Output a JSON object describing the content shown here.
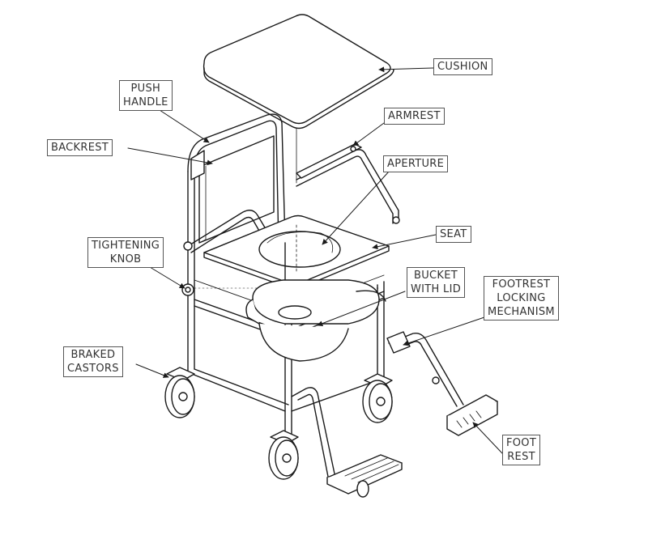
{
  "labels": {
    "cushion": "CUSHION",
    "push_handle": [
      "PUSH",
      "HANDLE"
    ],
    "armrest": "ARMREST",
    "backrest": "BACKREST",
    "aperture": "APERTURE",
    "seat": "SEAT",
    "tightening_knob": [
      "TIGHTENING",
      "KNOB"
    ],
    "bucket_with_lid": [
      "BUCKET",
      "WITH LID"
    ],
    "footrest_locking_mechanism": [
      "FOOTREST",
      "LOCKING",
      "MECHANISM"
    ],
    "braked_castors": [
      "BRAKED",
      "CASTORS"
    ],
    "foot_rest": [
      "FOOT",
      "REST"
    ]
  },
  "colors": {
    "line": "#1a1a1a",
    "label_border": "#555555",
    "label_text": "#333333",
    "fill": "#ffffff",
    "shade": "#d9d9d9"
  }
}
